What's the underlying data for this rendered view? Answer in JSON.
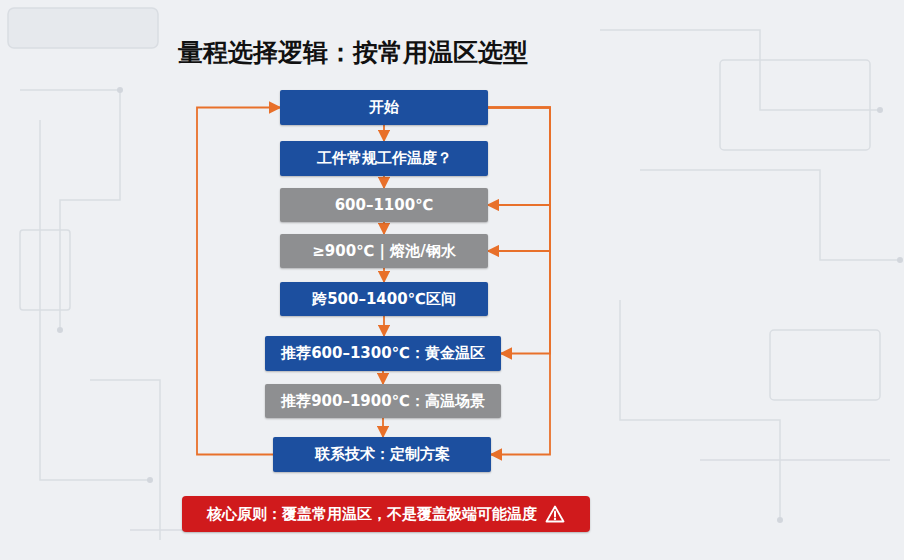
{
  "diagram": {
    "title": "量程选择逻辑：按常用温区选型",
    "nodes": [
      {
        "text": [
          "开始"
        ]
      },
      {
        "text": [
          "工件常规工作温度？"
        ]
      },
      {
        "text": [
          "600–1100℃"
        ]
      },
      {
        "text": [
          "≥900℃ | 熔池/钢水"
        ]
      },
      {
        "text": [
          "跨500–1400℃区间"
        ]
      },
      {
        "text": [
          "推荐600–1300℃：黄金温区"
        ]
      },
      {
        "text": [
          "推荐900–1900℃：高温场景"
        ]
      },
      {
        "text": [
          "联系技术：定制方案"
        ]
      },
      {
        "text": [
          "核心原则：覆盖常用温区，不是覆盖极端可能温度"
        ]
      }
    ],
    "edges": [
      {
        "from": 0,
        "to": 1,
        "arrow": "to"
      },
      {
        "from": 1,
        "to": 2,
        "arrow": "to"
      },
      {
        "from": 2,
        "to": 3,
        "arrow": "to"
      },
      {
        "from": 3,
        "to": 4,
        "arrow": "to"
      },
      {
        "from": 4,
        "to": 5,
        "arrow": "to"
      },
      {
        "from": 5,
        "to": 6,
        "arrow": "to"
      },
      {
        "from": 6,
        "to": 7,
        "arrow": "to"
      },
      {
        "from": 7,
        "to": 0,
        "arrow": "to"
      },
      {
        "from": 0,
        "to": 2,
        "arrow": "to"
      },
      {
        "from": 0,
        "to": 3,
        "arrow": "to"
      },
      {
        "from": 0,
        "to": 5,
        "arrow": "to"
      },
      {
        "from": 0,
        "to": 7,
        "arrow": "to"
      }
    ]
  }
}
